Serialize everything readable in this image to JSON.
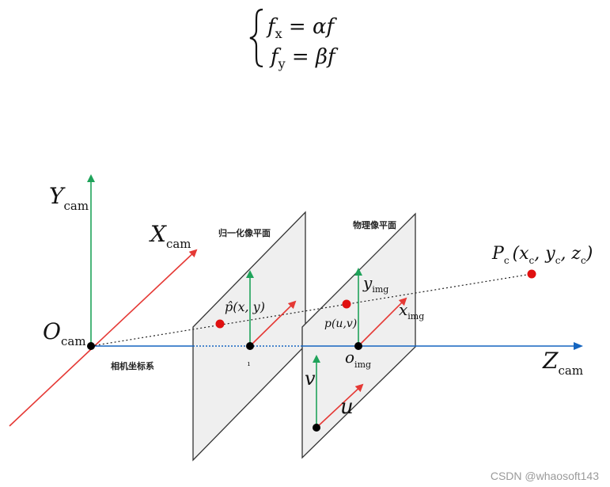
{
  "formula": {
    "line1": {
      "lhs": "f",
      "lhs_sub": "x",
      "eq": " = ",
      "rhs": "αf"
    },
    "line2": {
      "lhs": "f",
      "lhs_sub": "y",
      "eq": " = ",
      "rhs": "βf"
    }
  },
  "labels": {
    "y_cam": "Y",
    "y_cam_sub": "cam",
    "x_cam": "X",
    "x_cam_sub": "cam",
    "o_cam": "O",
    "o_cam_sub": "cam",
    "z_cam": "Z",
    "z_cam_sub": "cam",
    "camera_coords": "相机坐标系",
    "normalized_plane": "归一化像平面",
    "physical_plane": "物理像平面",
    "p_hat": "p̂(x, y)",
    "small_center": "ı",
    "p_c": "P",
    "p_c_sub": "c",
    "p_c_coords": "(x",
    "p_c_coords_2": ", y",
    "p_c_coords_3": ", z",
    "p_c_close": ")",
    "y_img": "y",
    "y_img_sub": "img",
    "x_img": "x",
    "x_img_sub": "img",
    "o_img": "o",
    "o_img_sub": "img",
    "p_uv": "p(u,v)",
    "u": "u",
    "v": "v"
  },
  "colors": {
    "red_axis": "#e53935",
    "green_axis": "#1fa35a",
    "blue_axis": "#1565c0",
    "plane_fill": "#efefef",
    "point_red": "#e01010",
    "point_black": "#000000"
  },
  "watermark": "CSDN @whaosoft143"
}
